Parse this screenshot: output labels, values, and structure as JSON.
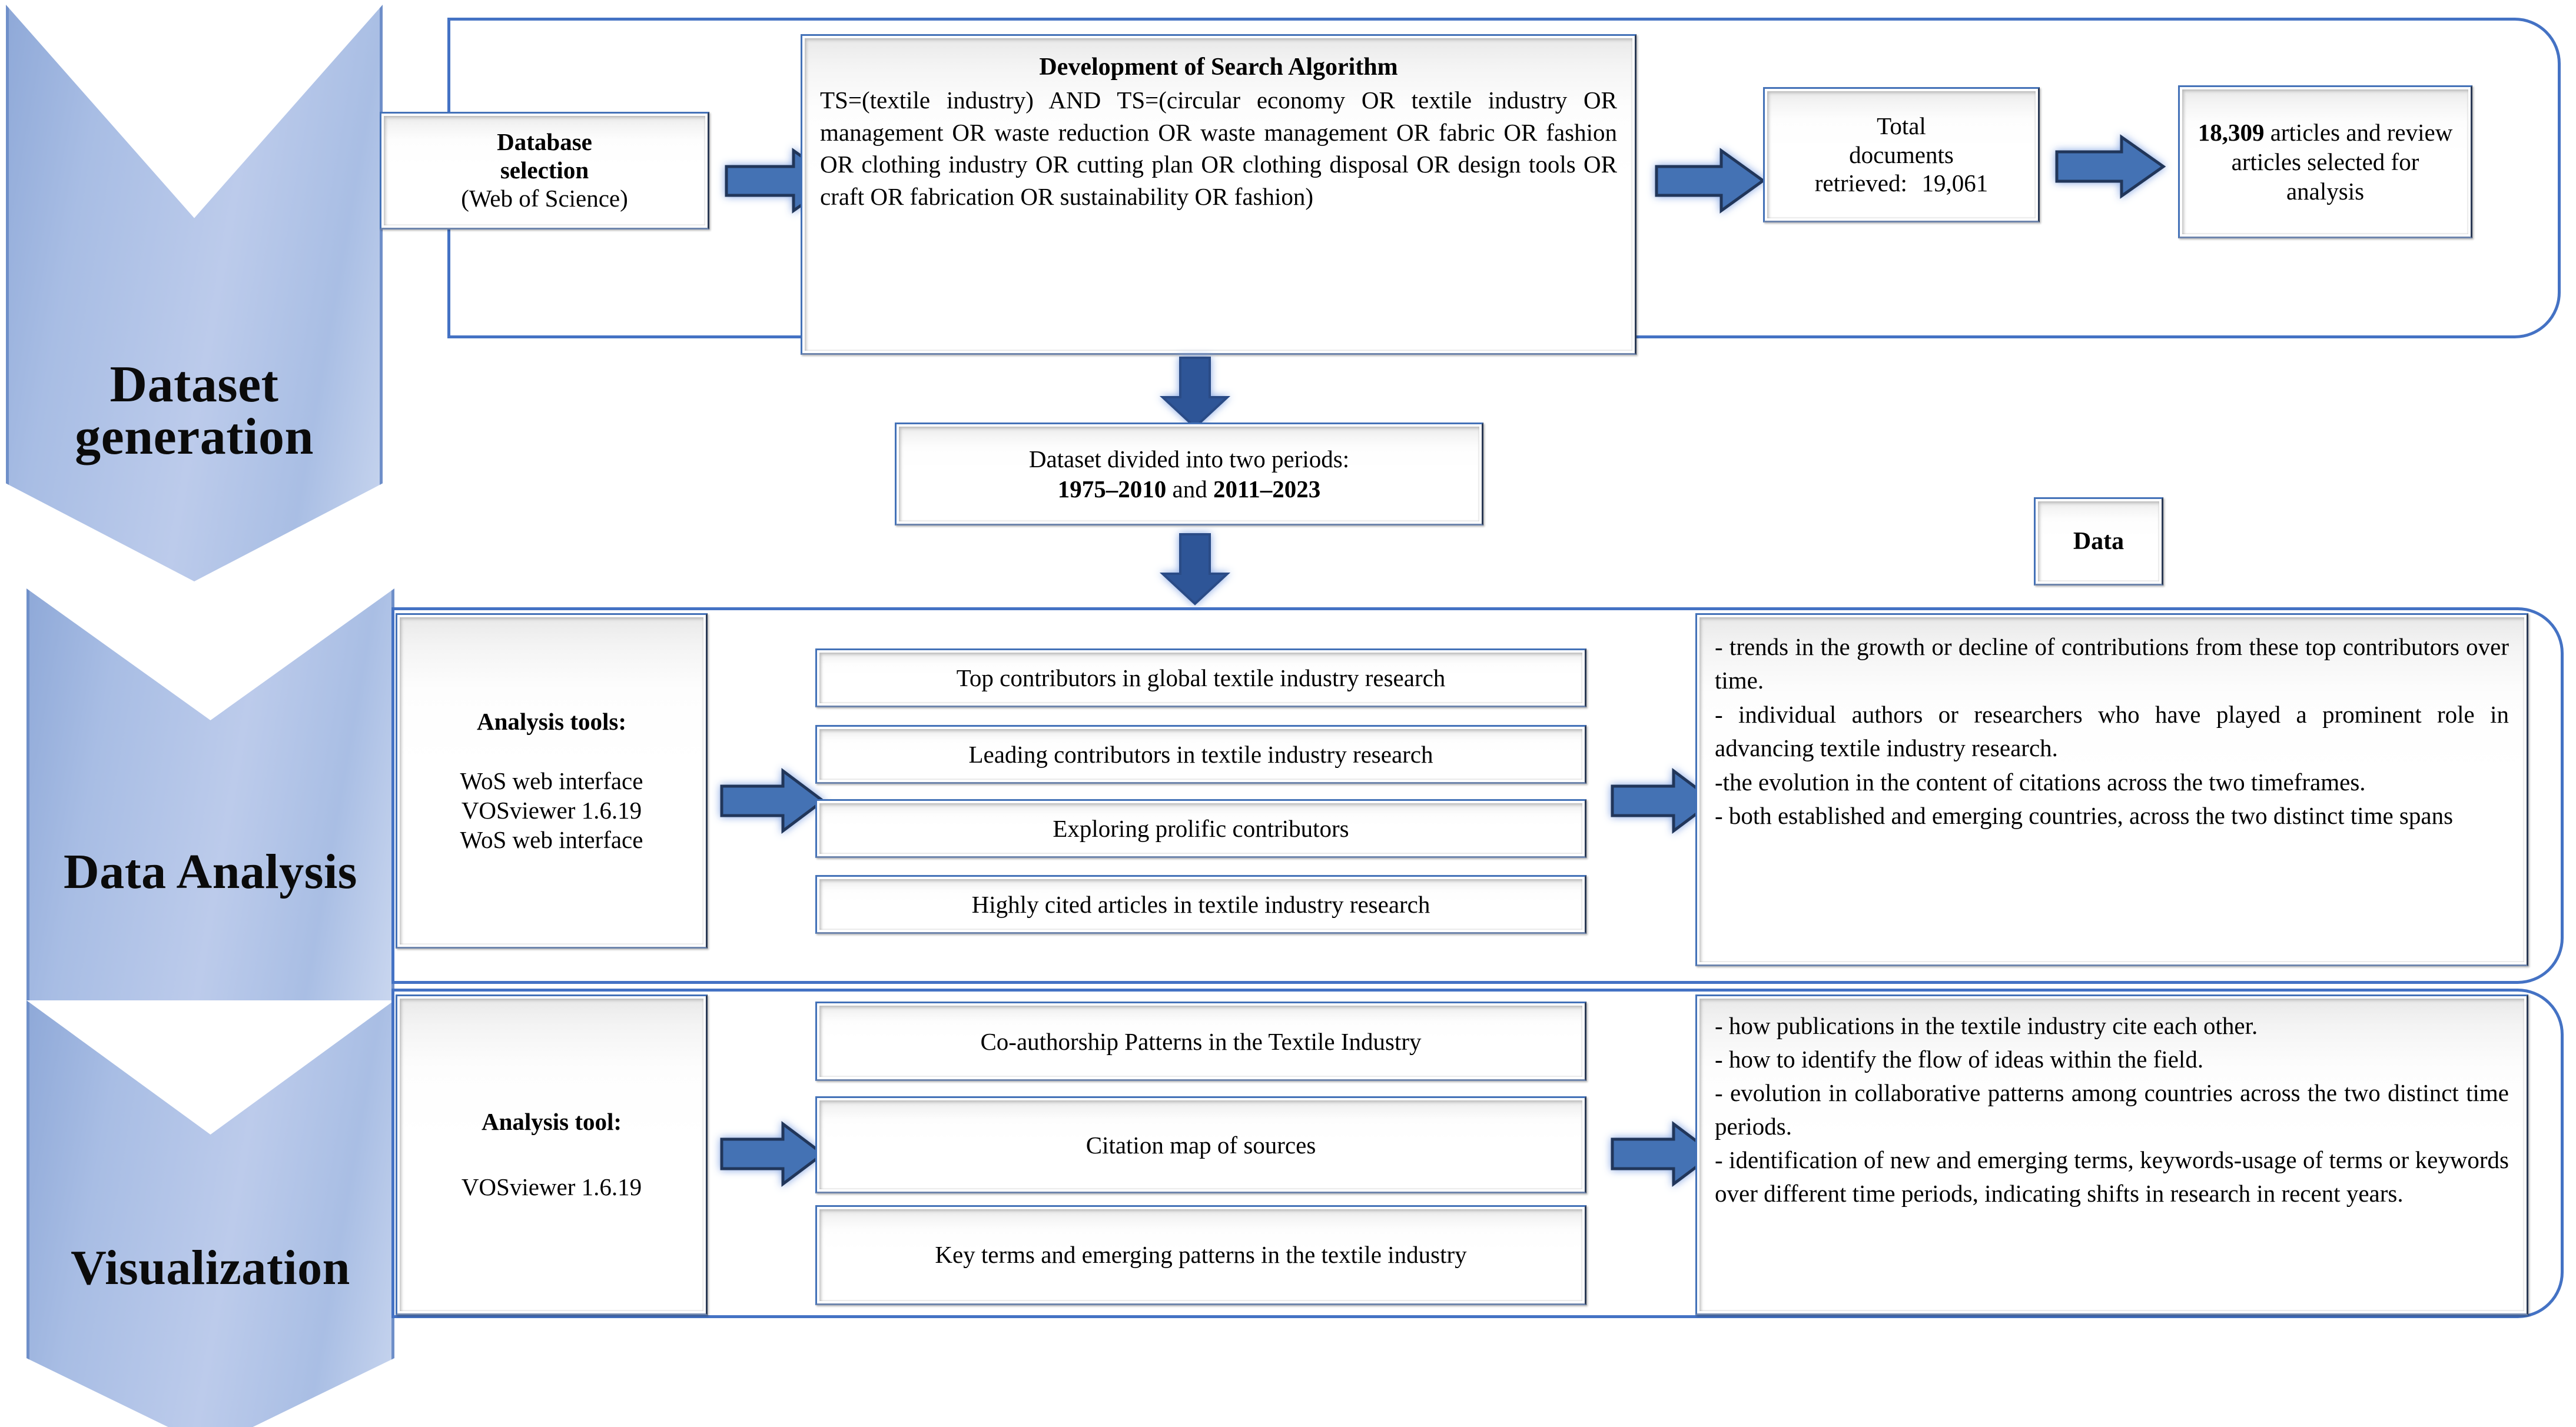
{
  "stages": [
    {
      "label_line1": "Dataset",
      "label_line2": "generation"
    },
    {
      "label_line1": "Data Analysis",
      "label_line2": ""
    },
    {
      "label_line1": "Visualization",
      "label_line2": ""
    }
  ],
  "dataset_generation": {
    "database_selection": {
      "line1": "Database",
      "line2": "selection",
      "line3": "(Web of Science)"
    },
    "search_algorithm": {
      "title": "Development of Search Algorithm",
      "query": "TS=(textile industry) AND TS=(circular economy OR textile industry OR management OR waste reduction OR waste management OR fabric OR fashion OR clothing industry OR cutting plan OR clothing disposal OR design tools OR craft OR fabrication OR sustainability OR fashion)"
    },
    "total_documents": {
      "line1": "Total",
      "line2": "documents",
      "line3": "retrieved:",
      "count": "19,061"
    },
    "selected_articles": {
      "count": "18,309",
      "rest": " articles and review  articles selected  for analysis"
    },
    "periods": {
      "line1": "Dataset divided  into two periods:",
      "period1": "1975–2010",
      "conjunction": " and ",
      "period2": "2011–2023"
    }
  },
  "data_label": "Data",
  "data_analysis": {
    "tools_title": "Analysis tools:",
    "tools": [
      "WoS web interface",
      "VOSviewer 1.6.19",
      "WoS web interface"
    ],
    "items": [
      "Top contributors  in global textile industry  research",
      "Leading contributors  in textile industry  research",
      "Exploring prolific  contributors",
      "Highly cited articles in textile industry  research"
    ],
    "outcomes": [
      "- trends in the growth or decline of contributions from these top contributors  over time.",
      "- individual authors or researchers who have played a prominent  role in advancing  textile industry  research.",
      "-the evolution in the content of citations across the two timeframes.",
      "- both established and emerging countries, across the two distinct  time spans"
    ]
  },
  "visualization": {
    "tools_title": "Analysis tool:",
    "tools": [
      "VOSviewer 1.6.19"
    ],
    "items": [
      "Co-authorship  Patterns in the Textile  Industry",
      "Citation  map of sources",
      "Key terms and emerging patterns in the textile industry"
    ],
    "outcomes": [
      "- how publications in the textile industry cite each other.",
      "- how to identify  the flow of ideas within  the field.",
      "- evolution in collaborative patterns among countries across the two distinct  time periods.",
      "- identification of new and emerging terms, keywords-usage of terms or keywords over different time periods,  indicating  shifts in research  in recent years."
    ]
  },
  "icons": {
    "arrow_right": "arrow-right-icon",
    "arrow_down": "arrow-down-icon",
    "chevron_down": "chevron-down-icon"
  },
  "colors": {
    "frame_blue": "#4472c4",
    "arrow_right_fill": "#4472b4",
    "arrow_down_fill": "#2e5597",
    "chevron_fill": "#a9bde4",
    "box_border": "#4472b8"
  }
}
